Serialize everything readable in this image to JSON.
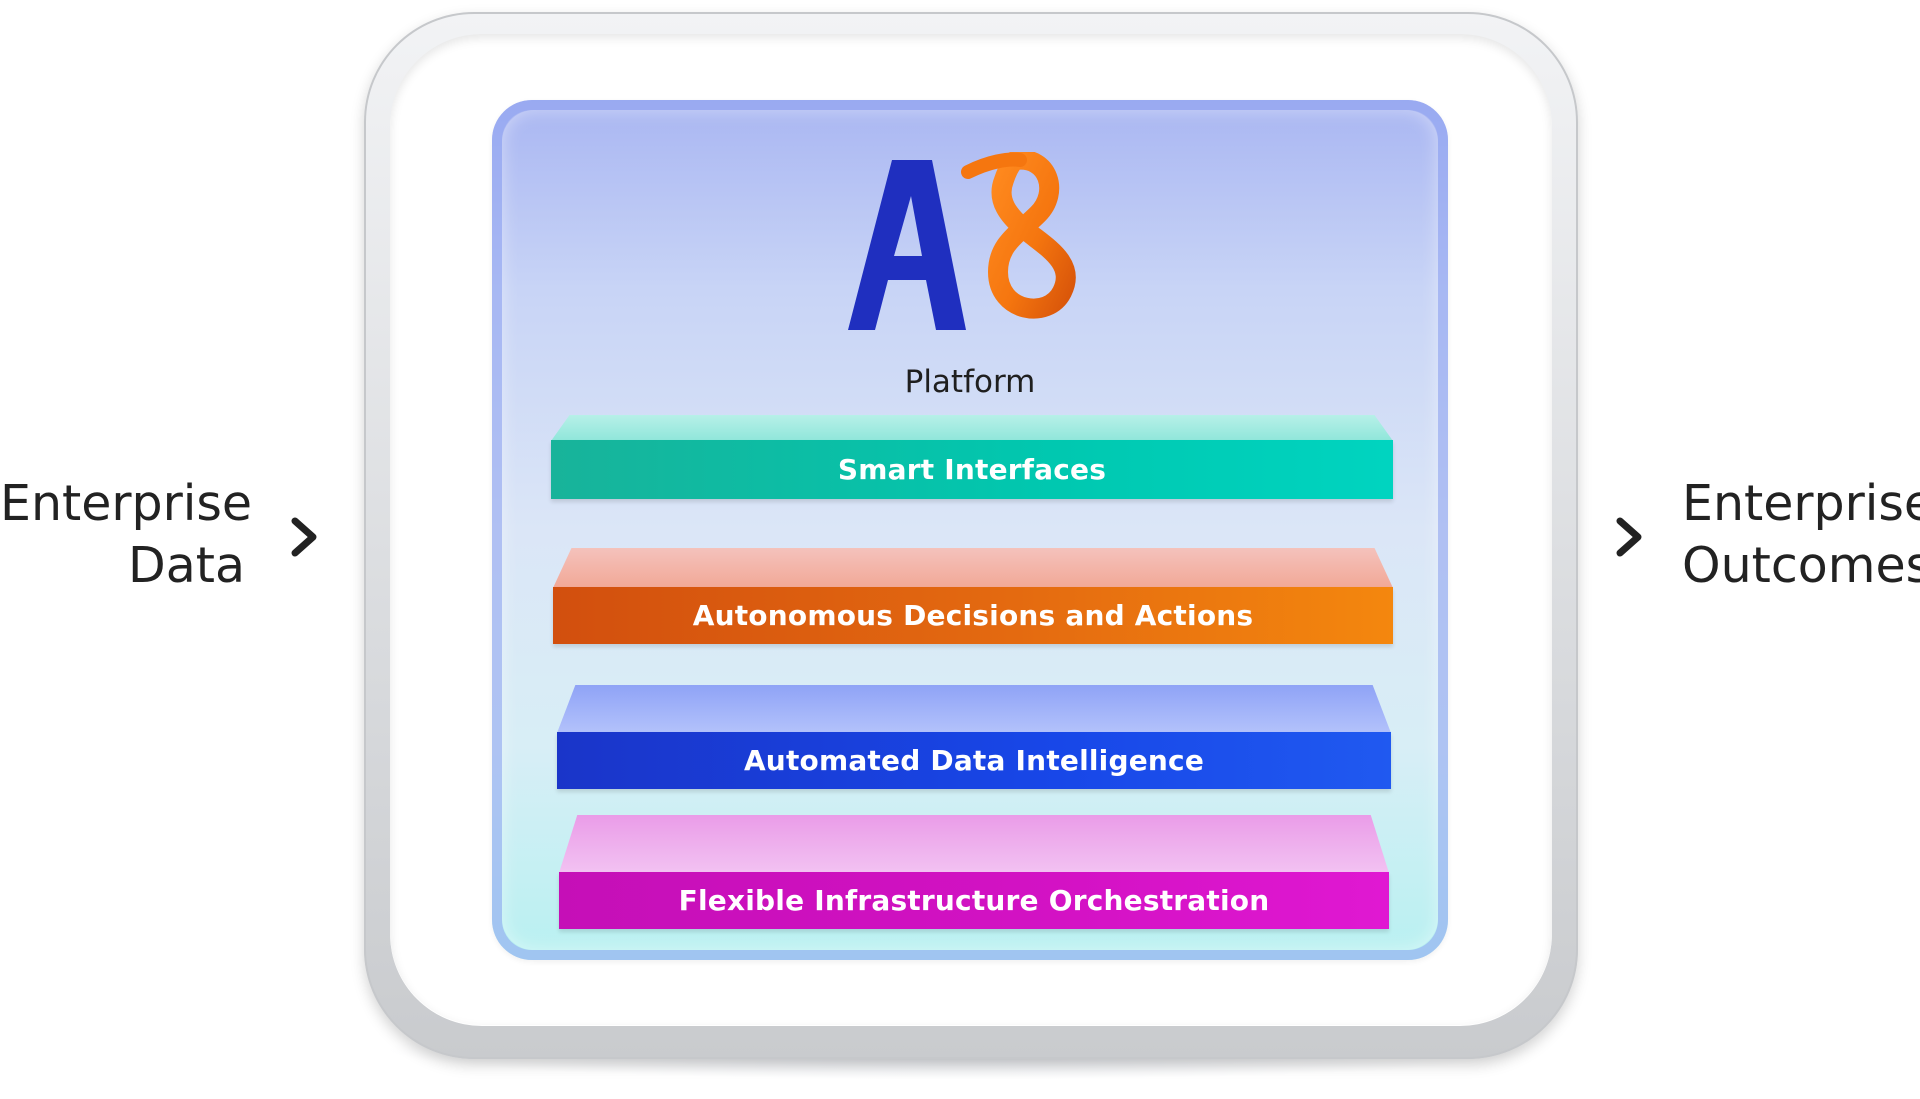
{
  "inputs": {
    "line1": "Enterprise",
    "line2": "Data"
  },
  "outputs": {
    "line1": "Enterprise",
    "line2": "Outcomes"
  },
  "platform": {
    "label": "Platform",
    "logo_letters": "A8",
    "logo_colors": {
      "a": "#1f2fbf",
      "eight": "#f5760f"
    }
  },
  "layers": [
    {
      "label": "Smart Interfaces",
      "color": "#00c8b0"
    },
    {
      "label": "Autonomous Decisions and Actions",
      "color": "#e46a10"
    },
    {
      "label": "Automated Data Intelligence",
      "color": "#1847e8"
    },
    {
      "label": "Flexible Infrastructure Orchestration",
      "color": "#d312c4"
    }
  ],
  "icons": {
    "left_arrow": "chevron-right-icon",
    "right_arrow": "chevron-right-icon"
  }
}
